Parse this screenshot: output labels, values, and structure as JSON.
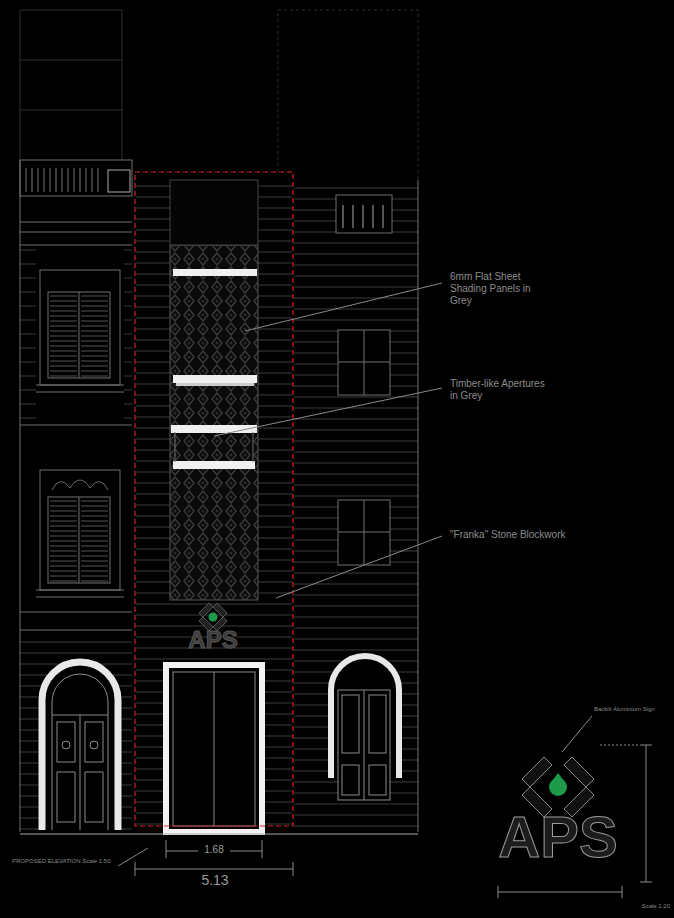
{
  "diagram": {
    "labels": [
      "6mm Flat Sheet Shading Panels in Grey",
      "Timber-like Apertures in Grey",
      "\"Franka\" Stone Blockwork",
      "APS",
      "1.68",
      "5.13",
      "PROPOSED ELEVATION Scale 1:50",
      "Backlit Aluminium Sign",
      "APS",
      "Scale 1:20"
    ]
  }
}
